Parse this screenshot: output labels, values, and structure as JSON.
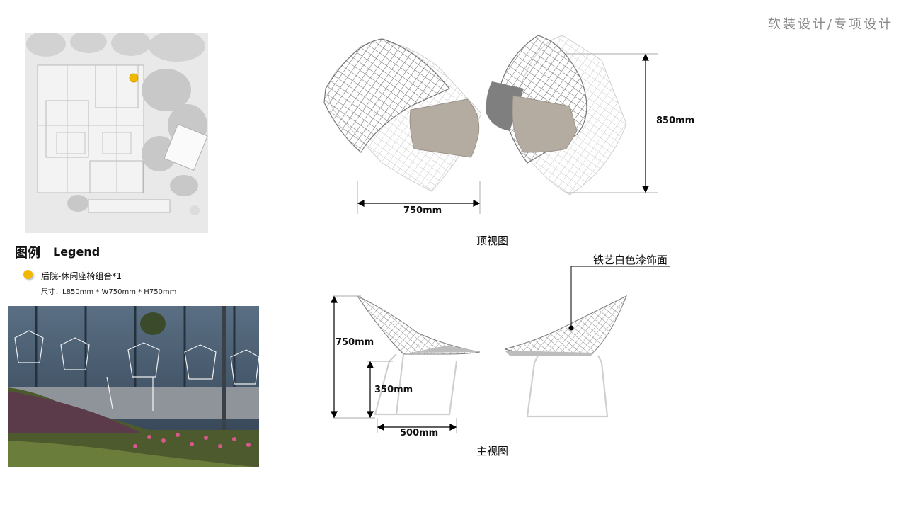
{
  "header": {
    "title": "软装设计/专项设计"
  },
  "legend": {
    "title": "图例",
    "title_en": "Legend",
    "items": [
      {
        "label": "后院-休闲座椅组合*1",
        "size": "尺寸：L850mm * W750mm * H750mm",
        "marker_color": "#f2b800"
      }
    ]
  },
  "top_view": {
    "caption": "顶视图",
    "dim_width": "750mm",
    "dim_depth": "850mm"
  },
  "front_view": {
    "caption": "主视图",
    "dim_height": "750mm",
    "dim_seat_height": "350mm",
    "dim_base_width": "500mm",
    "material_note": "铁艺白色漆饰面"
  },
  "colors": {
    "accent": "#f2b800",
    "cushion": "#b4aba0",
    "wire": "#8c8c8c"
  }
}
